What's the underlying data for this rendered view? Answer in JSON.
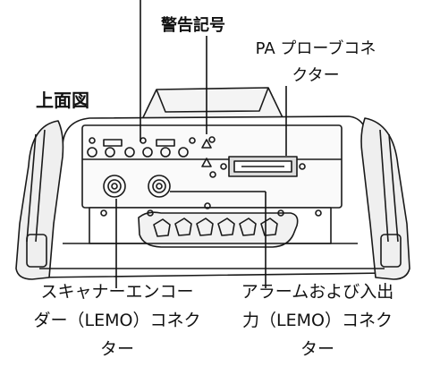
{
  "labels": {
    "top_view": "上面図",
    "warning_marks": "警告記号",
    "pa_probe": [
      "PA プローブコネ",
      "クター"
    ],
    "scanner_encoder": [
      "スキャナーエンコー",
      "ダー（LEMO）コネク",
      "ター"
    ],
    "alarm_io": [
      "アラームおよび入出",
      "力（LEMO）コネク",
      "ター"
    ]
  },
  "colors": {
    "outline": "#1a1a1a",
    "body_fill": "#ffffff",
    "shade": "#d9d9d9"
  }
}
